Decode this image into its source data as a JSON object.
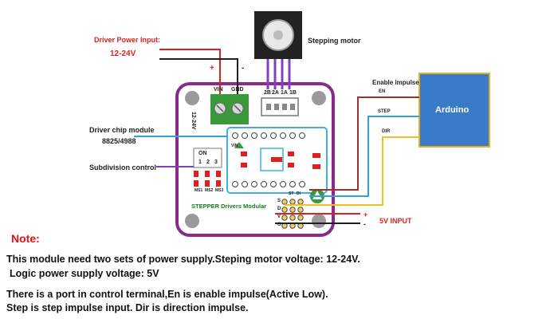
{
  "labels": {
    "driver_power_input": "Driver Power Input:",
    "power_range": "12-24V",
    "plus": "+",
    "minus": "-",
    "stepping_motor": "Stepping motor",
    "enable_impulse": "Enable impulse",
    "en": "EN",
    "step": "STEP",
    "dir": "DIR",
    "arduino": "Arduino",
    "driver_chip_module": "Driver chip module",
    "chip_model": "8825/4988",
    "subdivision_control": "Subdivision control",
    "five_v_input": "5V INPUT",
    "five_plus": "+",
    "five_minus": "-",
    "board_title": "STEPPER Drivers Modular",
    "vin": "VIN",
    "gnd": "GND",
    "coil_2b": "2B",
    "coil_2a": "2A",
    "coil_1a": "1A",
    "coil_1b": "1B",
    "voltage_range_vertical": "12-24V",
    "on": "ON",
    "dip_1": "1",
    "dip_2": "2",
    "dip_3": "3",
    "ms1": "MS1",
    "ms2": "MS2",
    "ms3": "MS3",
    "vin_small": "VIN",
    "pin_s": "S",
    "pin_d": "D",
    "pin_v": "V",
    "pin_g": "G",
    "pin_st": "ST",
    "pin_di": "DI"
  },
  "notes": {
    "title": "Note:",
    "line1": "This module need two sets of power supply.Steping motor voltage: 12-24V.",
    "line2": "Logic power supply voltage: 5V",
    "line3": "There is a port in control terminal,En is enable impulse(Active Low).",
    "line4": "Step is step impulse input. Dir is direction impulse."
  },
  "colors": {
    "board_outline": "#8c2a8c",
    "arduino_fill": "#3a7bc8",
    "arduino_border": "#e0b020",
    "wire_red": "#e02020",
    "wire_black": "#202020",
    "wire_purple": "#8040c0",
    "wire_blue": "#30a0e0",
    "wire_yellow": "#f0c020",
    "wire_darkred": "#a03030",
    "chip_module_outline": "#40b0e0",
    "terminal_green": "#3a9a3a"
  }
}
